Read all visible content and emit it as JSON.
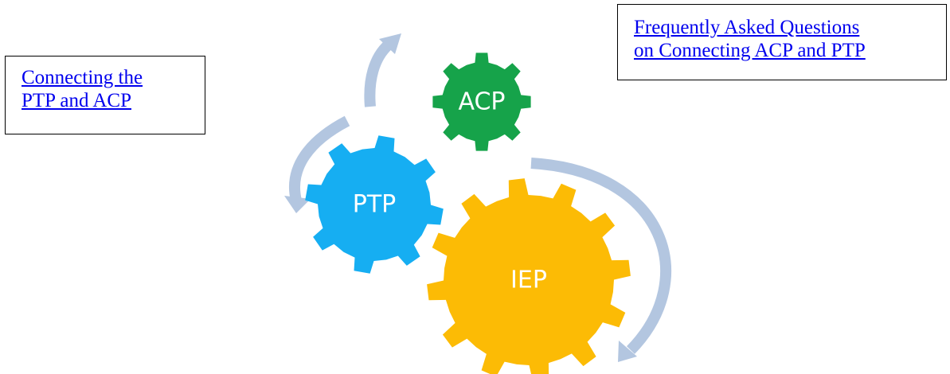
{
  "links": {
    "left": {
      "line1": "Connecting the",
      "line2": "PTP and ACP"
    },
    "right": {
      "line1": "Frequently Asked Questions",
      "line2": "on Connecting ACP and PTP"
    }
  },
  "gears": {
    "acp": {
      "label": "ACP",
      "color": "#16a34a"
    },
    "ptp": {
      "label": "PTP",
      "color": "#16aef2"
    },
    "iep": {
      "label": "IEP",
      "color": "#fcbb05"
    }
  },
  "arrow_color": "#b3c6e0"
}
